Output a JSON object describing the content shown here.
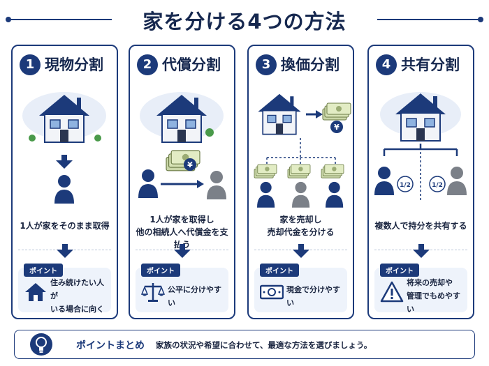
{
  "title": "家を分ける4つの方法",
  "cards": [
    {
      "num": "1",
      "title": "現物分割",
      "desc": [
        "1人が家をそのまま取得"
      ],
      "point_label": "ポイント",
      "point_text": [
        "住み続けたい人が",
        "いる場合に向く"
      ],
      "icon": "house-icon"
    },
    {
      "num": "2",
      "title": "代償分割",
      "desc": [
        "1人が家を取得し",
        "他の相続人へ代償金を支払う"
      ],
      "point_label": "ポイント",
      "point_text": [
        "公平に分けやすい"
      ],
      "icon": "scale-icon"
    },
    {
      "num": "3",
      "title": "換価分割",
      "desc": [
        "家を売却し",
        "売却代金を分ける"
      ],
      "point_label": "ポイント",
      "point_text": [
        "現金で分けやすい"
      ],
      "icon": "cash-icon"
    },
    {
      "num": "4",
      "title": "共有分割",
      "desc": [
        "複数人で持分を共有する"
      ],
      "point_label": "ポイント",
      "point_text": [
        "将来の売却や",
        "管理でもめやすい"
      ],
      "icon": "warning-icon"
    }
  ],
  "illus": {
    "yen": "¥",
    "share": "1/2"
  },
  "summary": {
    "label": "ポイントまとめ",
    "text": "家族の状況や希望に合わせて、最適な方法を選びましょう。"
  },
  "colors": {
    "navy": "#1c3a7a",
    "gray": "#7b8088",
    "light": "#eef3fb"
  }
}
